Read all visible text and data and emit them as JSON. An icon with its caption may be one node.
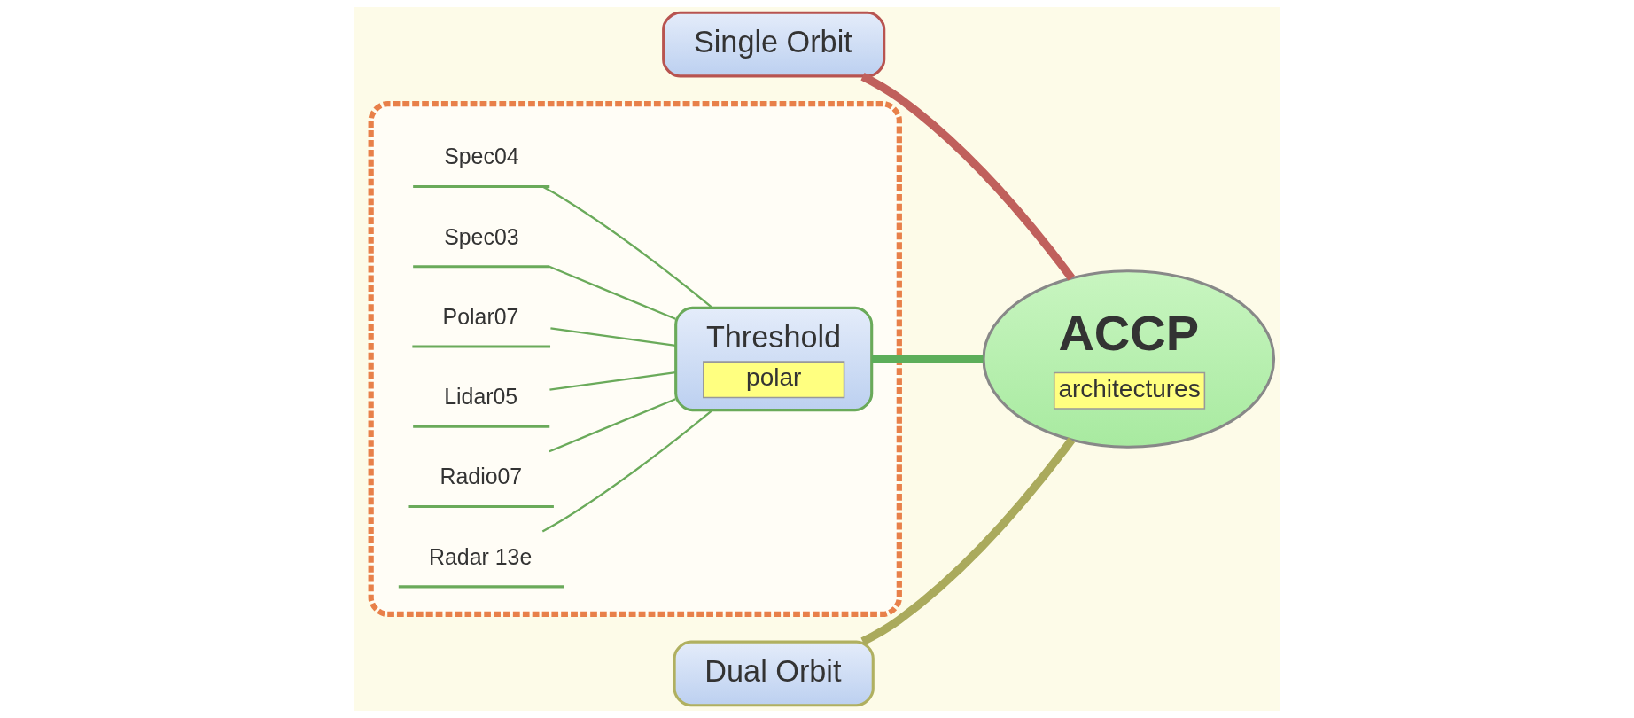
{
  "diagram": {
    "nodes": [
      {
        "text": [
          "ACCP",
          "architectures"
        ]
      },
      {
        "text": [
          "Single Orbit"
        ]
      },
      {
        "text": [],
        "shape": "box"
      },
      {
        "text": [
          "Threshold",
          "polar"
        ],
        "in": 2
      },
      {
        "text": [
          "Radar 13e"
        ],
        "in": 2
      },
      {
        "text": [
          "Radio07"
        ],
        "in": 2
      },
      {
        "text": [
          "Lidar05"
        ],
        "in": 2
      },
      {
        "text": [
          "Polar07"
        ],
        "in": 2
      },
      {
        "text": [
          "Spec03"
        ],
        "in": 2
      },
      {
        "text": [
          "Spec04"
        ],
        "in": 2
      },
      {
        "text": [
          "Dual Orbit"
        ]
      }
    ],
    "edges": [
      {
        "from": 0,
        "to": 1,
        "arrow": "none",
        "style": "thick",
        "color": "#c0605c"
      },
      {
        "from": 0,
        "to": 3,
        "arrow": "none",
        "style": "thick",
        "color": "#5cae5a"
      },
      {
        "from": 0,
        "to": 10,
        "arrow": "none",
        "style": "thick",
        "color": "#aaaa5c"
      },
      {
        "from": 3,
        "to": 4,
        "arrow": "none"
      },
      {
        "from": 3,
        "to": 5,
        "arrow": "none"
      },
      {
        "from": 3,
        "to": 6,
        "arrow": "none"
      },
      {
        "from": 3,
        "to": 7,
        "arrow": "none"
      },
      {
        "from": 3,
        "to": 8,
        "arrow": "none"
      },
      {
        "from": 3,
        "to": 9,
        "arrow": "none"
      }
    ]
  }
}
